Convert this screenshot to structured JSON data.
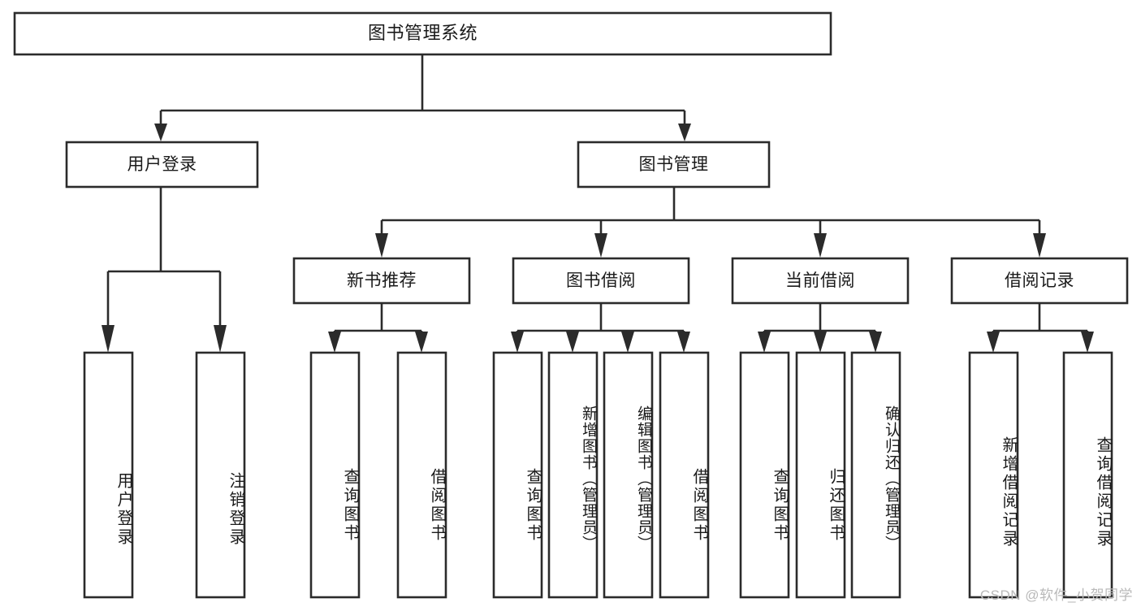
{
  "diagram": {
    "type": "tree-hierarchy",
    "title": "图书管理系统",
    "root": {
      "id": "root",
      "label": "图书管理系统"
    },
    "level1": [
      {
        "id": "user-login",
        "label": "用户登录"
      },
      {
        "id": "book-manage",
        "label": "图书管理"
      }
    ],
    "level2": [
      {
        "id": "new-book-recommend",
        "label": "新书推荐",
        "parent": "book-manage"
      },
      {
        "id": "book-borrow",
        "label": "图书借阅",
        "parent": "book-manage"
      },
      {
        "id": "current-borrow",
        "label": "当前借阅",
        "parent": "book-manage"
      },
      {
        "id": "borrow-record",
        "label": "借阅记录",
        "parent": "book-manage"
      }
    ],
    "leaves": {
      "user-login": [
        {
          "id": "leaf-user-login",
          "label": "用户登录"
        },
        {
          "id": "leaf-logout-login",
          "label": "注销登录"
        }
      ],
      "new-book-recommend": [
        {
          "id": "leaf-query-book-1",
          "label": "查询图书"
        },
        {
          "id": "leaf-borrow-book-1",
          "label": "借阅图书"
        }
      ],
      "book-borrow": [
        {
          "id": "leaf-query-book-2",
          "label": "查询图书"
        },
        {
          "id": "leaf-add-book",
          "label": "新增图书（管理员）"
        },
        {
          "id": "leaf-edit-book",
          "label": "编辑图书（管理员）"
        },
        {
          "id": "leaf-borrow-book-2",
          "label": "借阅图书"
        }
      ],
      "current-borrow": [
        {
          "id": "leaf-query-book-3",
          "label": "查询图书"
        },
        {
          "id": "leaf-return-book",
          "label": "归还图书"
        },
        {
          "id": "leaf-confirm-return",
          "label": "确认归还（管理员）"
        }
      ],
      "borrow-record": [
        {
          "id": "leaf-add-record",
          "label": "新增借阅记录"
        },
        {
          "id": "leaf-query-record",
          "label": "查询借阅记录"
        }
      ]
    },
    "colors": {
      "stroke": "#2b2b2b",
      "fill": "#ffffff",
      "text": "#1a1a1a",
      "watermark": "#b9b9b9",
      "background": "#ffffff"
    }
  },
  "watermark": {
    "text": "CSDN @软件_小贺同学"
  }
}
